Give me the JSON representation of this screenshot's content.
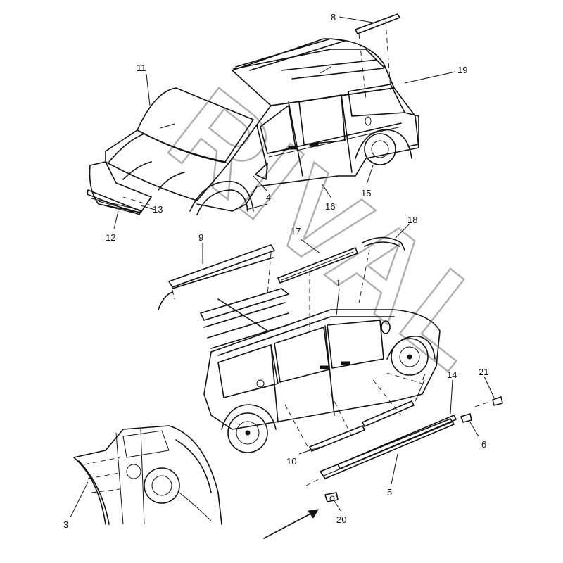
{
  "diagram": {
    "callouts": [
      {
        "id": "c1",
        "label": "1"
      },
      {
        "id": "c3",
        "label": "3"
      },
      {
        "id": "c4",
        "label": "4"
      },
      {
        "id": "c5",
        "label": "5"
      },
      {
        "id": "c6",
        "label": "6"
      },
      {
        "id": "c7",
        "label": "7"
      },
      {
        "id": "c8",
        "label": "8"
      },
      {
        "id": "c9",
        "label": "9"
      },
      {
        "id": "c10",
        "label": "10"
      },
      {
        "id": "c11",
        "label": "11"
      },
      {
        "id": "c12",
        "label": "12"
      },
      {
        "id": "c13",
        "label": "13"
      },
      {
        "id": "c14",
        "label": "14"
      },
      {
        "id": "c15",
        "label": "15"
      },
      {
        "id": "c16",
        "label": "16"
      },
      {
        "id": "c17",
        "label": "17"
      },
      {
        "id": "c18",
        "label": "18"
      },
      {
        "id": "c19",
        "label": "19"
      },
      {
        "id": "c20",
        "label": "20"
      },
      {
        "id": "c21",
        "label": "21"
      }
    ],
    "watermark_text": "RIVAL",
    "colors": {
      "line": "#111111",
      "watermark": "#9a9a9a",
      "background": "#ffffff"
    }
  }
}
